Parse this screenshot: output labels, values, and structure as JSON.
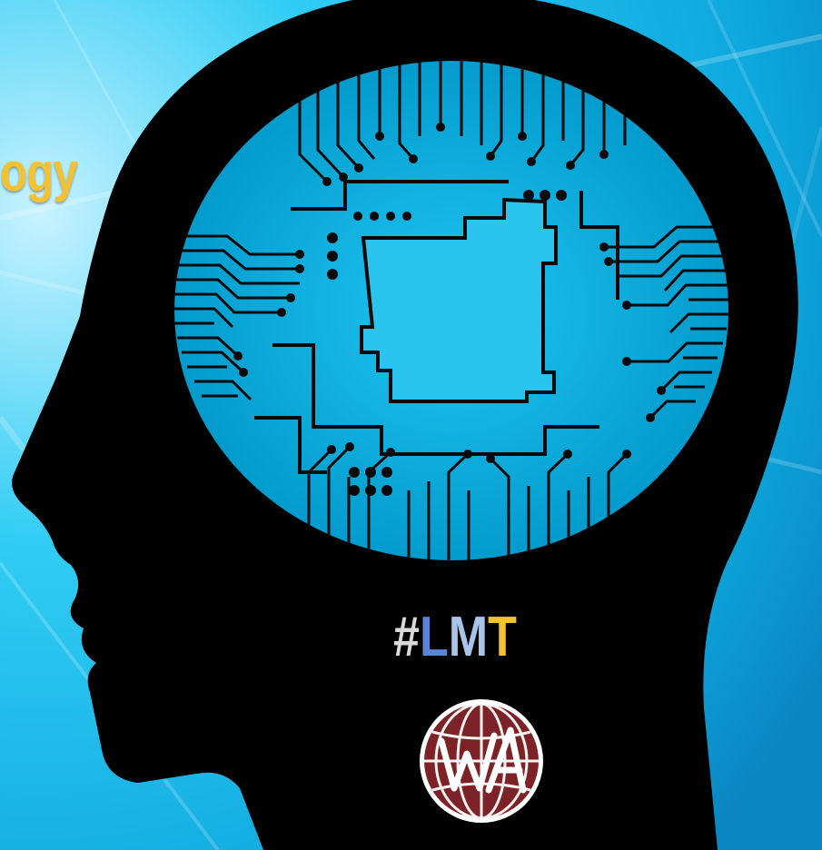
{
  "headline": {
    "visible_text": "ogy",
    "color": "#f2c233"
  },
  "hashtag": {
    "symbol": "#",
    "letter_1": "L",
    "letter_2": "M",
    "letter_3": "T",
    "colors": {
      "symbol": "#d9d9d9",
      "letter_1": "#5b86d6",
      "letter_2": "#a9c4ea",
      "letter_3": "#f1c232"
    }
  },
  "logo": {
    "lettering": "WA",
    "colors": {
      "globe": "#7d2226",
      "ring": "#ffffff",
      "lettering": "#ffffff"
    }
  },
  "palette": {
    "background": "#17c3f0",
    "head_silhouette": "#000000",
    "circuit_board": "#00a9d8",
    "circuit_lines": "#0a0a0a",
    "chip": "#2bc4ef"
  },
  "icons": {
    "head": "human-head-profile-icon",
    "brain": "circuit-board-brain-icon",
    "chip": "processor-chip-icon",
    "logo": "globe-logo-icon"
  }
}
